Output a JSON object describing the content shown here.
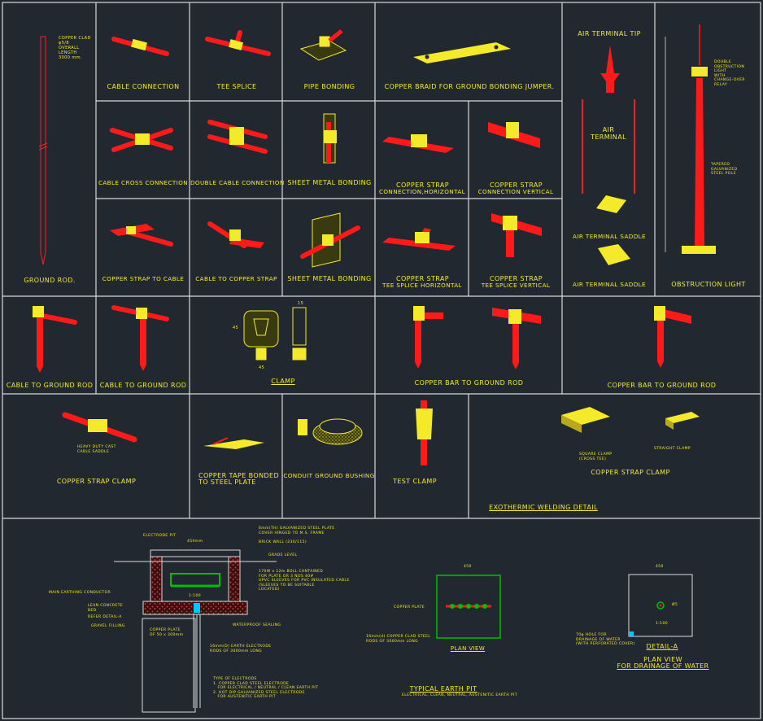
{
  "colors": {
    "background": "#212830",
    "frame": "#d9d9d9",
    "label": "#f4ea2a",
    "copper": "#ff1a1a",
    "metal": "#f4ea2a",
    "green": "#00c000",
    "red": "#ff0000"
  },
  "labels": {
    "ground_rod": "GROUND ROD.",
    "ground_rod_note": "COPPER CLAD\nφ5/8\nOVERALL\nLENGTH\n3000 mm.",
    "cable_connection": "CABLE CONNECTION",
    "tee_splice": "TEE SPLICE",
    "pipe_bonding": "PIPE BONDING",
    "copper_braid": "COPPER BRAID FOR GROUND BONDING JUMPER.",
    "cable_cross": "CABLE CROSS CONNECTION",
    "double_cable": "DOUBLE CABLE CONNECTION",
    "sheet_metal_1": "SHEET METAL BONDING",
    "strap_h_1": "COPPER STRAP",
    "strap_h_2": "CONNECTION,HORIZONTAL",
    "strap_v_1": "COPPER STRAP",
    "strap_v_2": "CONNECTION VERTICAL",
    "strap_to_cable": "COPPER STRAP TO CABLE",
    "cable_to_strap": "CABLE TO COPPER STRAP",
    "sheet_metal_2": "SHEET METAL BONDING",
    "tee_h_1": "COPPER STRAP",
    "tee_h_2": "TEE SPLICE HORIZONTAL",
    "tee_v_1": "COPPER STRAP",
    "tee_v_2": "TEE SPLICE VERTICAL",
    "air_tip": "AIR TERMINAL TIP",
    "air_terminal": "AIR\nTERMINAL",
    "air_saddle_1": "AIR TERMINAL SADDLE",
    "air_saddle_2": "AIR TERMINAL SADDLE",
    "obstruction": "OBSTRUCTION LIGHT",
    "obstruction_note": "DOUBLE\nOBSTRUCTION\nLIGHT\nWITH\nCHANGE-OVER\nRELAY",
    "pole_note": "TAPERED\nGALVANIZED\nSTEEL POLE",
    "cable_ground_1": "CABLE TO GROUND ROD",
    "cable_ground_2": "CABLE TO GROUND ROD",
    "clamp": "CLAMP",
    "clamp_dim_w": "45",
    "clamp_dim_h": "45",
    "clamp_dim_side": "15",
    "bar_ground_1": "COPPER BAR TO GROUND ROD",
    "bar_ground_2": "COPPER BAR TO GROUND ROD",
    "strap_clamp": "COPPER STRAP CLAMP",
    "saddle_note": "HEAVY DUTY CAST\nCABLE SADDLE",
    "tape_steel_1": "COPPER TAPE BONDED",
    "tape_steel_2": "TO STEEL PLATE",
    "conduit": "CONDUIT GROUND BUSHING",
    "test_clamp": "TEST CLAMP",
    "square_clamp": "SQUARE CLAMP\n(CROSS TEE)",
    "straight_clamp": "STRAIGHT CLAMP",
    "strap_clamp_2": "COPPER STRAP CLAMP",
    "exo": "EXOTHERMIC WELDING DETAIL",
    "electrode_pit": "ELECTRODE PIT",
    "pit_dim": "450mm",
    "cover_note": "6mm(TH) GALVANIZED STEEL PLATE\nCOVER HINGED TO M.S. FRAME",
    "brick_wall": "BRICK WALL (230/115)",
    "grade_level": "GRADE LEVEL",
    "strip_note": "170W x 12m BOLL CANTAINED\nFOR PLATE OR 3 NOS 40#\nUPVC SLEEVES FOR PVC INSULATED CABLE\n(SLEEVES TO BE SUITABLE\nLOCATED)",
    "main_conductor": "MAIN EARTHING CONDUCTOR",
    "lean_concrete": "LEAN CONCRETE\nBED",
    "refer_detail": "REFER DETAIL-A",
    "gravel": "GRAVEL FILLING",
    "waterproof": "WATERPROOF SEALING",
    "copper_plate_note": "COPPER PLATE\nOF 50 x 300mm",
    "electrode_note": "16mm(D) EARTH ELECTRODE\nRODS OF 3000mm LONG",
    "section_scale": "1:100",
    "type_note": "TYPE OF ELECTRODE\n1. COPPER CLAD STEEL ELECTRODE\n   FOR ELECTRICAL / NEUTRAL / CLEAN EARTH PIT\n2. HOT DIP GALVANIZED STEEL ELECTRODE\n   FOR AUSTENITIC EARTH PIT",
    "plan_dim": "450",
    "plan_copper_plate": "COPPER PLATE",
    "plan_rod_note": "16mm(d) COPPER CLAD STEEL\nRODS OF 3000mm LONG",
    "plan_view": "PLAN VIEW",
    "typical_pit": "TYPICAL EARTH PIT",
    "typical_pit_sub": "ELECTRICAL, CLEAN, NEUTRAL, AUSTENITIC EARTH PIT",
    "detail_a": "DETAIL-A",
    "detail_dim": "450",
    "detail_hole": "Ø5",
    "detail_scale": "1:100",
    "drain_note": "70φ HOLE FOR\nDRAINAGE OF WATER\n(WITH PERFORATED COVER)",
    "plan_view_2": "PLAN VIEW",
    "drainage": "FOR DRAINAGE OF WATER"
  }
}
